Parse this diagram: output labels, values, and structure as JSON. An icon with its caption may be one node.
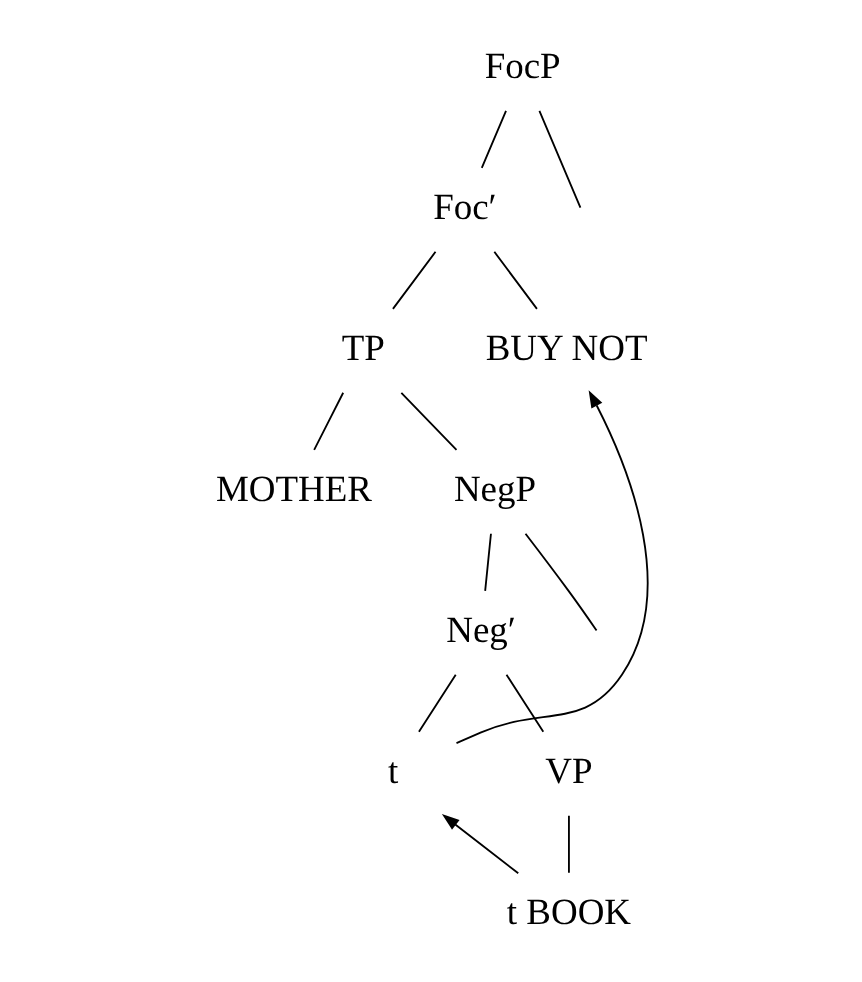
{
  "diagram": {
    "nodes": [
      {
        "text": [
          "FocP"
        ]
      },
      {
        "text": [
          "Foc′"
        ]
      },
      {
        "text": [
          "TP"
        ]
      },
      {
        "text": [
          "BUY NOT"
        ]
      },
      {
        "text": [
          "MOTHER"
        ]
      },
      {
        "text": [
          "NegP"
        ]
      },
      {
        "text": [
          "Neg′"
        ]
      },
      {
        "text": [
          "t"
        ]
      },
      {
        "text": [
          "VP"
        ]
      },
      {
        "text": [
          "t BOOK"
        ]
      }
    ],
    "edges": [
      {
        "from": 0,
        "to": 1,
        "arrow": "none"
      },
      {
        "from": 0,
        "to": null,
        "arrow": "none"
      },
      {
        "from": 1,
        "to": 2,
        "arrow": "none"
      },
      {
        "from": 1,
        "to": 3,
        "arrow": "none"
      },
      {
        "from": 2,
        "to": 4,
        "arrow": "none"
      },
      {
        "from": 2,
        "to": 5,
        "arrow": "none"
      },
      {
        "from": 5,
        "to": null,
        "arrow": "none"
      },
      {
        "from": 5,
        "to": 6,
        "arrow": "none"
      },
      {
        "from": 6,
        "to": 7,
        "arrow": "none"
      },
      {
        "from": 6,
        "to": 8,
        "arrow": "none"
      },
      {
        "from": 8,
        "to": 9,
        "arrow": "none"
      },
      {
        "from": 9,
        "to": 7,
        "arrow": "to"
      },
      {
        "from": 7,
        "to": 3,
        "arrow": "to"
      }
    ]
  }
}
